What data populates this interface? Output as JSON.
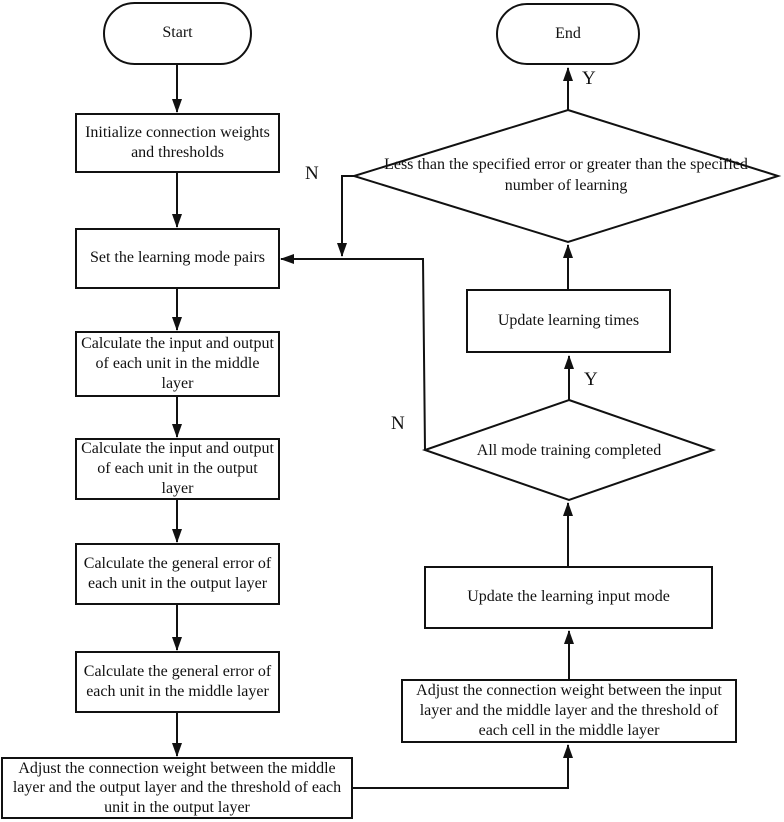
{
  "nodes": {
    "start": {
      "label": "Start"
    },
    "end": {
      "label": "End"
    },
    "init": {
      "label": "Initialize connection weights and thresholds"
    },
    "set_pairs": {
      "label": "Set the learning mode pairs"
    },
    "calc_mid": {
      "label": "Calculate the input and output of each unit in the middle layer"
    },
    "calc_out": {
      "label": "Calculate the input and output of each unit in the output layer"
    },
    "err_out": {
      "label": "Calculate the general error of each unit in the output layer"
    },
    "err_mid": {
      "label": "Calculate the general error of each unit in the middle layer"
    },
    "adjust_mid_out": {
      "label": "Adjust the connection weight between the middle layer and the output layer and the threshold of each unit in the output layer"
    },
    "adjust_in_mid": {
      "label": "Adjust the connection weight between the input layer and the middle layer and the threshold of each cell in the middle layer"
    },
    "update_mode": {
      "label": "Update the learning input mode"
    },
    "all_mode": {
      "label": "All mode training completed"
    },
    "update_times": {
      "label": "Update learning times"
    },
    "error_check": {
      "label": "Less than the specified error or greater than the specified number of learning"
    }
  },
  "edge_labels": {
    "error_yes": "Y",
    "error_no": "N",
    "all_mode_yes": "Y",
    "all_mode_no": "N"
  },
  "colors": {
    "line": "#111111",
    "background": "#ffffff"
  }
}
